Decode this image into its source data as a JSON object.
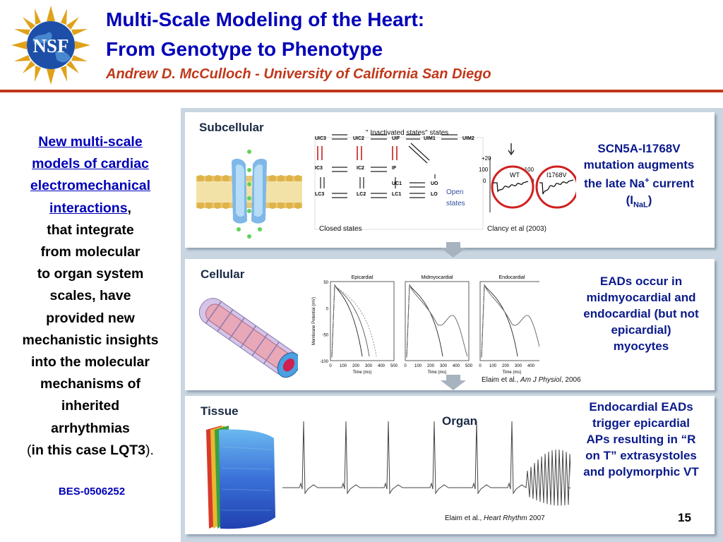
{
  "header": {
    "logo_text": "NSF",
    "title_line1": "Multi-Scale Modeling of the Heart:",
    "title_line2": "From Genotype to Phenotype",
    "author_line": "Andrew D. McCulloch  -  University of California San Diego"
  },
  "left_text": {
    "blue_lines": [
      "New multi-scale",
      "models of cardiac",
      "electromechanical",
      "interactions"
    ],
    "comma": ",",
    "black_lines": [
      "that integrate",
      "from molecular",
      "to organ system",
      "scales, have",
      "provided new",
      "mechanistic insights",
      "into the molecular",
      "mechanisms of",
      "inherited",
      "arrhythmias"
    ],
    "last_open": "(",
    "last_text": "in this case LQT3",
    "last_close": ").",
    "grant": "BES-0506252"
  },
  "panel_subcellular": {
    "title": "Subcellular",
    "states_title": "\"  Inactivated states\" states",
    "states": [
      "UIC3",
      "UIC2",
      "UIF",
      "UIM1",
      "UIM2",
      "IC3",
      "IC2",
      "IF",
      "UC1",
      "UO",
      "LC3",
      "LC2",
      "LC1",
      "LO"
    ],
    "open_states": [
      "Open",
      "states"
    ],
    "closed_states": "Closed states",
    "trace_labels": [
      "+20",
      "100",
      "0",
      "-100",
      "0",
      "WT",
      "I1768V"
    ],
    "citation": "Clancy et al (2003)",
    "description_lines": [
      "SCN5A-I1768V",
      "mutation augments",
      "the late Na",
      "current",
      "(I",
      "NaL",
      ")"
    ]
  },
  "panel_cellular": {
    "title": "Cellular",
    "plot_titles": [
      "Epicardial",
      "Midmyocardial",
      "Endocardial"
    ],
    "y_axis_label": "Membrane Potential (mV)",
    "y_ticks": [
      "50",
      "0",
      "-50",
      "-100"
    ],
    "x_ticks": [
      "0",
      "100",
      "200",
      "300",
      "400",
      "500"
    ],
    "x_label": "Time (ms)",
    "citation_prefix": "Elaim et al., ",
    "citation_journal": "Am J Physiol",
    "citation_year": ", 2006",
    "description_lines": [
      "EADs occur in",
      "midmyocardial and",
      "endocardial (but not",
      "epicardial)",
      "myocytes"
    ]
  },
  "panel_tissue": {
    "title_tissue": "Tissue",
    "title_organ": "Organ",
    "citation_prefix": "Elaim et al., ",
    "citation_journal": "Heart Rhythm",
    "citation_year": " 2007",
    "description_lines": [
      "Endocardial EADs",
      "trigger epicardial",
      "APs resulting in “R",
      "on T” extrasystoles",
      "and polymorphic VT"
    ]
  },
  "page_number": "15",
  "colors": {
    "title_blue": "#0000b8",
    "accent_red": "#c0381a",
    "figure_bg": "#c9d6e1",
    "panel_text_blue": "#0a1a8a"
  }
}
